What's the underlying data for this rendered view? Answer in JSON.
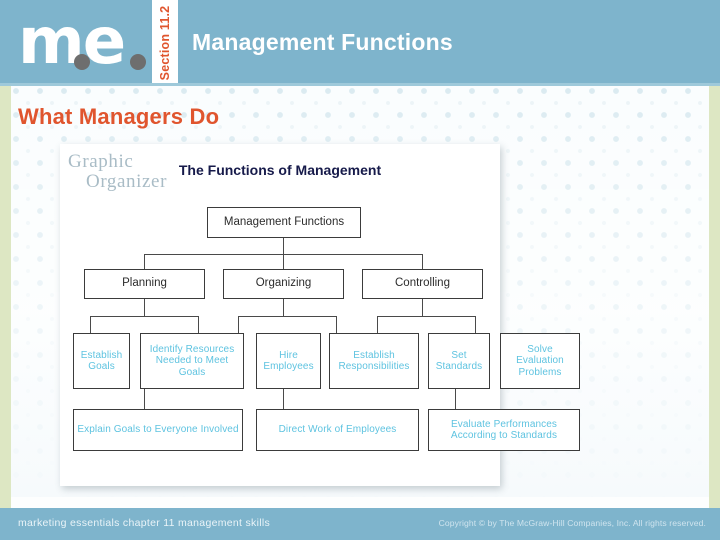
{
  "header": {
    "logo_text": "me",
    "logo_name": "marketing-essentials-logo",
    "section_label": "Section 11.2",
    "title": "Management Functions",
    "bg_color": "#7eb4cc",
    "accent_color": "#e0552e"
  },
  "page": {
    "heading": "What Managers Do",
    "heading_color": "#e0552e",
    "edge_strip_color": "#dde7c3"
  },
  "panel": {
    "graphic_organizer_line1": "Graphic",
    "graphic_organizer_line2": "Organizer",
    "chart_title": "The Functions of Management"
  },
  "chart_data": {
    "type": "diagram",
    "title": "The Functions of Management",
    "layout": "org-chart",
    "levels": 4,
    "nodes": [
      {
        "id": "root",
        "level": 1,
        "label": "Management Functions",
        "color": "#2c2c2c"
      },
      {
        "id": "plan",
        "level": 2,
        "label": "Planning",
        "parent": "root",
        "color": "#2c2c2c"
      },
      {
        "id": "org",
        "level": 2,
        "label": "Organizing",
        "parent": "root",
        "color": "#2c2c2c"
      },
      {
        "id": "ctrl",
        "level": 2,
        "label": "Controlling",
        "parent": "root",
        "color": "#2c2c2c"
      },
      {
        "id": "plan1",
        "level": 3,
        "label": "Establish Goals",
        "parent": "plan",
        "color": "#5ec3e0"
      },
      {
        "id": "plan2",
        "level": 3,
        "label": "Identify Resources Needed to Meet Goals",
        "parent": "plan",
        "color": "#5ec3e0"
      },
      {
        "id": "org1",
        "level": 3,
        "label": "Hire Employees",
        "parent": "org",
        "color": "#5ec3e0"
      },
      {
        "id": "org2",
        "level": 3,
        "label": "Establish Responsibilities",
        "parent": "org",
        "color": "#5ec3e0"
      },
      {
        "id": "ctrl1",
        "level": 3,
        "label": "Set Standards",
        "parent": "ctrl",
        "color": "#5ec3e0"
      },
      {
        "id": "ctrl2",
        "level": 3,
        "label": "Solve Evaluation Problems",
        "parent": "ctrl",
        "color": "#5ec3e0"
      },
      {
        "id": "plan3",
        "level": 4,
        "label": "Explain Goals to Everyone Involved",
        "parent": "plan",
        "color": "#5ec3e0"
      },
      {
        "id": "org3",
        "level": 4,
        "label": "Direct Work of Employees",
        "parent": "org",
        "color": "#5ec3e0"
      },
      {
        "id": "ctrl3",
        "level": 4,
        "label": "Evaluate Performances According to Standards",
        "parent": "ctrl",
        "color": "#5ec3e0"
      }
    ]
  },
  "footer": {
    "left": "marketing essentials  chapter 11  management skills",
    "right": "Copyright © by The McGraw-Hill Companies, Inc. All rights reserved."
  }
}
